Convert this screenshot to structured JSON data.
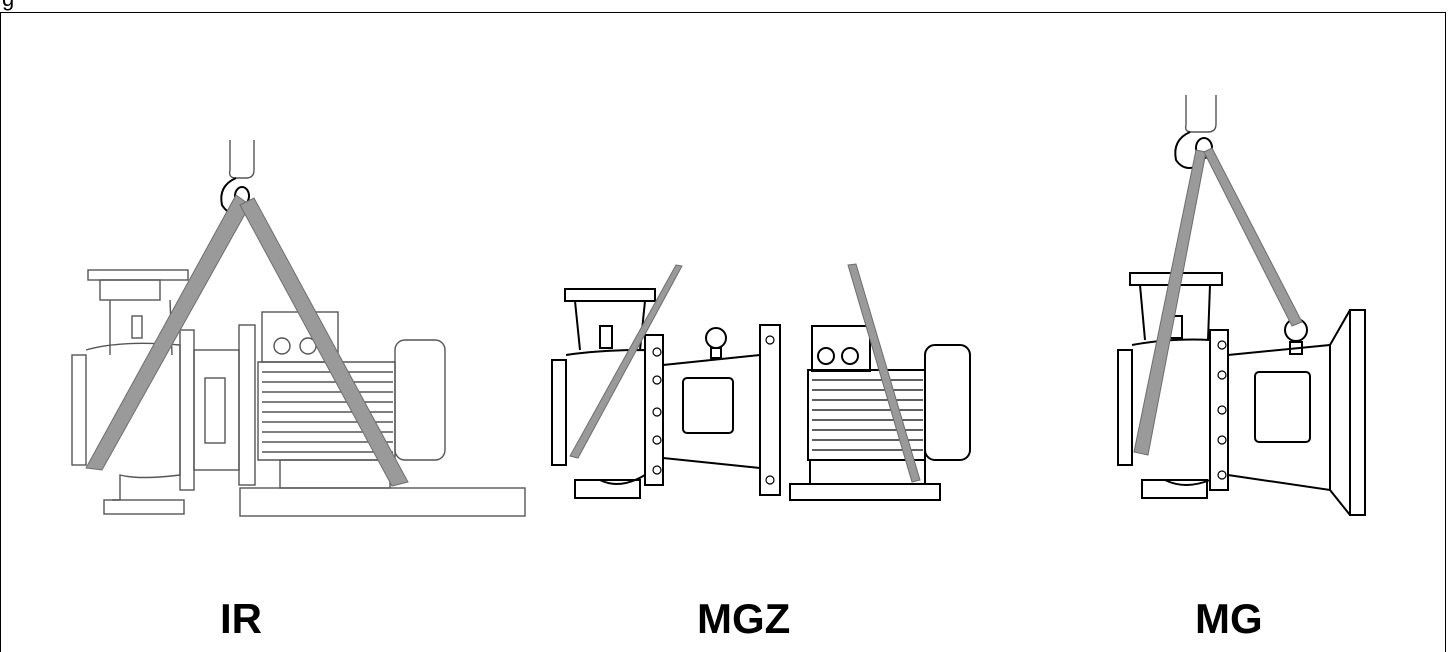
{
  "figure": {
    "top_caption_fragment": "g",
    "pumps": [
      {
        "id": "ir",
        "label": "IR"
      },
      {
        "id": "mgz",
        "label": "MGZ"
      },
      {
        "id": "mg",
        "label": "MG"
      }
    ],
    "colors": {
      "strap": "#9a9a9a",
      "outline": "#000000",
      "background": "#ffffff"
    }
  }
}
